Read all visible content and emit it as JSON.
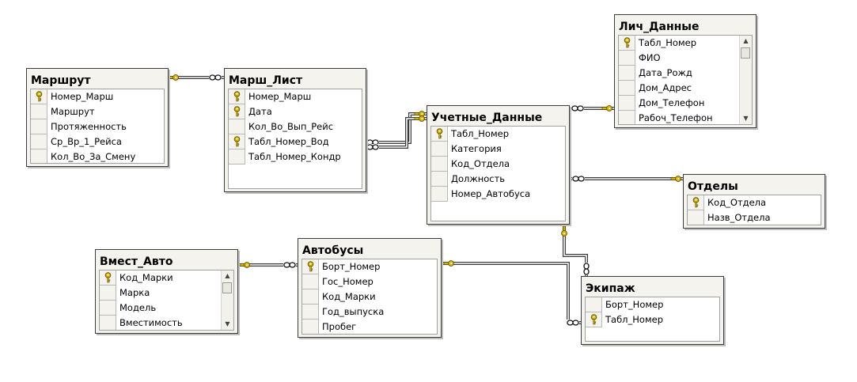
{
  "tables": [
    {
      "id": "marshrut",
      "title": "Маршрут",
      "columns": [
        {
          "name": "Номер_Марш",
          "pk": true
        },
        {
          "name": "Маршрут",
          "pk": false
        },
        {
          "name": "Протяженность",
          "pk": false
        },
        {
          "name": "Ср_Вр_1_Рейса",
          "pk": false
        },
        {
          "name": "Кол_Во_За_Смену",
          "pk": false
        }
      ],
      "scroll": false
    },
    {
      "id": "marsh_list",
      "title": "Марш_Лист",
      "columns": [
        {
          "name": "Номер_Марш",
          "pk": true
        },
        {
          "name": "Дата",
          "pk": true
        },
        {
          "name": "Кол_Во_Вып_Рейс",
          "pk": false
        },
        {
          "name": "Табл_Номер_Вод",
          "pk": true
        },
        {
          "name": "Табл_Номер_Кондр",
          "pk": false
        }
      ],
      "scroll": false
    },
    {
      "id": "lich_dannye",
      "title": "Лич_Данные",
      "columns": [
        {
          "name": "Табл_Номер",
          "pk": true
        },
        {
          "name": "ФИО",
          "pk": false
        },
        {
          "name": "Дата_Рожд",
          "pk": false
        },
        {
          "name": "Дом_Адрес",
          "pk": false
        },
        {
          "name": "Дом_Телефон",
          "pk": false
        },
        {
          "name": "Рабоч_Телефон",
          "pk": false
        }
      ],
      "scroll": true
    },
    {
      "id": "uchetnye",
      "title": "Учетные_Данные",
      "columns": [
        {
          "name": "Табл_Номер",
          "pk": true
        },
        {
          "name": "Категория",
          "pk": false
        },
        {
          "name": "Код_Отдела",
          "pk": false
        },
        {
          "name": "Должность",
          "pk": false
        },
        {
          "name": "Номер_Автобуса",
          "pk": false
        }
      ],
      "scroll": false
    },
    {
      "id": "otdely",
      "title": "Отделы",
      "columns": [
        {
          "name": "Код_Отдела",
          "pk": true
        },
        {
          "name": "Назв_Отдела",
          "pk": false
        }
      ],
      "scroll": false
    },
    {
      "id": "vmest_avto",
      "title": "Вмест_Авто",
      "columns": [
        {
          "name": "Код_Марки",
          "pk": true
        },
        {
          "name": "Марка",
          "pk": false
        },
        {
          "name": "Модель",
          "pk": false
        },
        {
          "name": "Вместимость",
          "pk": false
        }
      ],
      "scroll": true
    },
    {
      "id": "avtobusy",
      "title": "Автобусы",
      "columns": [
        {
          "name": "Борт_Номер",
          "pk": true
        },
        {
          "name": "Гос_Номер",
          "pk": false
        },
        {
          "name": "Код_Марки",
          "pk": false
        },
        {
          "name": "Год_выпуска",
          "pk": false
        },
        {
          "name": "Пробег",
          "pk": false
        }
      ],
      "scroll": false
    },
    {
      "id": "ekipazh",
      "title": "Экипаж",
      "columns": [
        {
          "name": "Борт_Номер",
          "pk": false
        },
        {
          "name": "Табл_Номер",
          "pk": true
        }
      ],
      "scroll": false
    }
  ],
  "relationships": [
    {
      "from": "marshrut",
      "to": "marsh_list"
    },
    {
      "from": "uchetnye",
      "to": "marsh_list"
    },
    {
      "from": "uchetnye",
      "to": "marsh_list"
    },
    {
      "from": "lich_dannye",
      "to": "uchetnye"
    },
    {
      "from": "otdely",
      "to": "uchetnye"
    },
    {
      "from": "vmest_avto",
      "to": "avtobusy"
    },
    {
      "from": "avtobusy",
      "to": "ekipazh"
    },
    {
      "from": "uchetnye",
      "to": "ekipazh"
    }
  ],
  "icons": {
    "primary_key": "key-icon",
    "one_end": "key-icon",
    "many_end": "infinity-icon"
  },
  "colors": {
    "table_bg": "#f4f3ee",
    "key_gold": "#d8b000",
    "line": "#3c3c3c"
  }
}
